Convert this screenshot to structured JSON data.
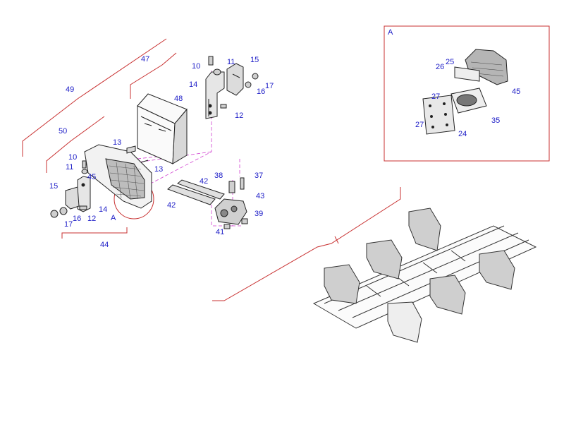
{
  "detail_view": {
    "title": "A"
  },
  "main_assembly": {
    "callout_A": "A",
    "labels": [
      "49",
      "47",
      "10",
      "11",
      "15",
      "14",
      "48",
      "16",
      "17",
      "12",
      "50",
      "13",
      "13",
      "10",
      "11",
      "45",
      "15",
      "14",
      "12",
      "17",
      "16",
      "42",
      "42",
      "38",
      "37",
      "43",
      "39",
      "41",
      "44"
    ]
  },
  "detail_labels": [
    "25",
    "26",
    "45",
    "27",
    "35",
    "27",
    "24"
  ],
  "colors": {
    "label_text": "#2020c8",
    "leader_line": "#c83030",
    "hidden_line": "#d040d0",
    "part_outline": "#222222",
    "detail_frame": "#c83030"
  }
}
